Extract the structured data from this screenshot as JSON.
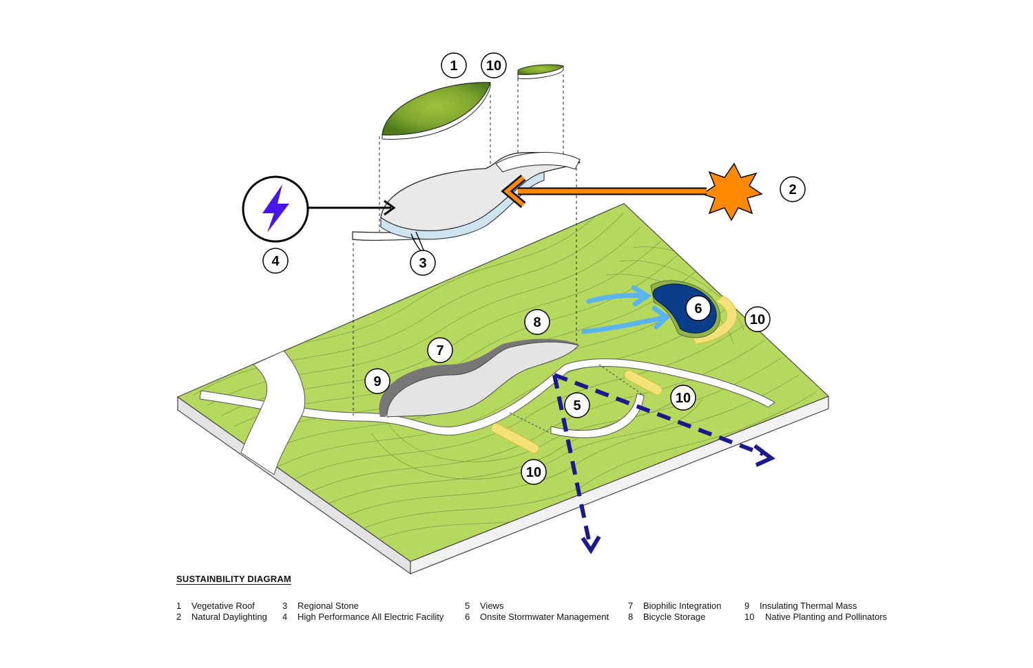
{
  "callouts": [
    {
      "id": "c1",
      "label": "1"
    },
    {
      "id": "c10a",
      "label": "10"
    },
    {
      "id": "c2",
      "label": "2"
    },
    {
      "id": "c3",
      "label": "3"
    },
    {
      "id": "c4",
      "label": "4"
    },
    {
      "id": "c5",
      "label": "5"
    },
    {
      "id": "c6",
      "label": "6"
    },
    {
      "id": "c7",
      "label": "7"
    },
    {
      "id": "c8",
      "label": "8"
    },
    {
      "id": "c9",
      "label": "9"
    },
    {
      "id": "c10b",
      "label": "10"
    },
    {
      "id": "c10c",
      "label": "10"
    },
    {
      "id": "c10d",
      "label": "10"
    }
  ],
  "legend": {
    "title": "SUSTAINBILITY DIAGRAM",
    "items": [
      {
        "num": "1",
        "text": "Vegetative Roof"
      },
      {
        "num": "2",
        "text": "Natural Daylighting"
      },
      {
        "num": "3",
        "text": "Regional Stone"
      },
      {
        "num": "4",
        "text": "High Performance All Electric Facility"
      },
      {
        "num": "5",
        "text": "Views"
      },
      {
        "num": "6",
        "text": "Onsite Stormwater Management"
      },
      {
        "num": "7",
        "text": "Biophilic Integration"
      },
      {
        "num": "8",
        "text": "Bicycle Storage"
      },
      {
        "num": "9",
        "text": "Insulating Thermal Mass"
      },
      {
        "num": "10",
        "text": "Native Planting and Pollinators"
      }
    ]
  },
  "colors": {
    "terrain": "#b6d85f",
    "contour": "#6f8c3a",
    "roof_green": "#7fa72e",
    "sun": "#ff8a00",
    "daylight_arrow": "#ff8a00",
    "energy_bolt": "#4a16e8",
    "water": "#0b3e8a",
    "wind_arrow": "#5ab4f0",
    "view_arrow": "#1a1a8c",
    "planting_strip": "#f3e27a"
  }
}
